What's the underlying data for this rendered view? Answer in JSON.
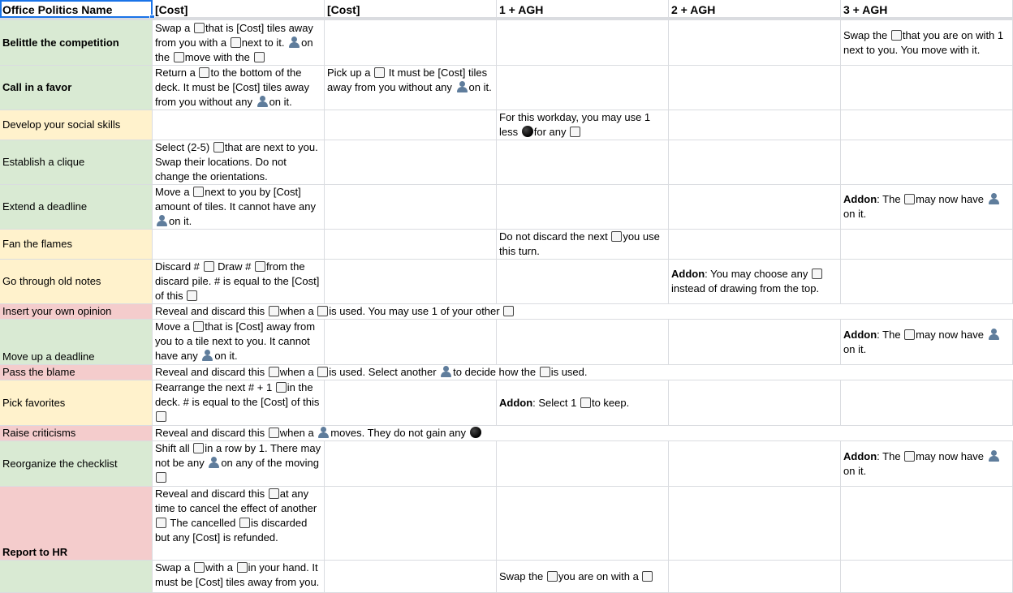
{
  "columns": [
    "Office Politics Name",
    "[Cost]",
    "[Cost]",
    "1 + AGH",
    "2 + AGH",
    "3 + AGH"
  ],
  "icon_names": {
    "box": "card-tile-icon",
    "person": "player-icon",
    "circle": "token-icon"
  },
  "colors": {
    "green": "#d9ead3",
    "yellow": "#fff2cc",
    "red": "#f4cccc",
    "selection": "#1a73e8",
    "gridline": "#dadce0"
  },
  "rows": [
    {
      "name": "Belittle the competition",
      "c1": [
        "Swap a ",
        "{box}",
        "that is [Cost] tiles away from you with a ",
        "{box}",
        "next to it. ",
        "{person}",
        "on the ",
        "{box}",
        "move with the ",
        "{box}"
      ],
      "c5": [
        "Swap the ",
        "{box}",
        "that you are on with 1 next to you. You move with it."
      ]
    },
    {
      "name": "Call in a favor",
      "c1": [
        "Return a ",
        "{box}",
        "to the bottom of the deck. It must be [Cost] tiles away from you without any ",
        "{person}",
        "on it."
      ],
      "c2": [
        "Pick up a ",
        "{box}",
        " It must be [Cost] tiles away from you without any ",
        "{person}",
        "on it."
      ]
    },
    {
      "name": "Develop your social skills",
      "c3": [
        "For this workday, you may use 1 less ",
        "{circle}",
        "for any ",
        "{box}"
      ]
    },
    {
      "name": "Establish a clique",
      "c1": [
        "Select (2-5) ",
        "{box}",
        "that are next to you. Swap their locations. Do not change the orientations."
      ]
    },
    {
      "name": "Extend a deadline",
      "c1": [
        "Move a ",
        "{box}",
        "next to you by [Cost] amount of tiles. It cannot have any ",
        "{person}",
        "on it."
      ],
      "c5": [
        "**Addon",
        ": The ",
        "{box}",
        "may now have ",
        "{person}",
        " on it."
      ]
    },
    {
      "name": "Fan the flames",
      "c3": [
        "Do not discard the next ",
        "{box}",
        "you use this turn."
      ]
    },
    {
      "name": "Go through old notes",
      "c1": [
        "Discard # ",
        "{box}",
        " Draw # ",
        "{box}",
        "from the discard pile. # is equal to the [Cost] of this ",
        "{box}"
      ],
      "c4": [
        "**Addon",
        ": You may choose any ",
        "{box}",
        " instead of drawing from the top."
      ]
    },
    {
      "name": "Insert your own opinion",
      "span": [
        "Reveal and discard this ",
        "{box}",
        "when a ",
        "{box}",
        "is used. You may use 1 of your other ",
        "{box}"
      ]
    },
    {
      "name": "Move up a deadline",
      "c1": [
        "Move a ",
        "{box}",
        "that is [Cost] away from you to a tile next to you. It cannot have any ",
        "{person}",
        "on it."
      ],
      "c5": [
        "**Addon",
        ": The ",
        "{box}",
        "may now have ",
        "{person}",
        " on it."
      ]
    },
    {
      "name": "Pass the blame",
      "span": [
        "Reveal and discard this ",
        "{box}",
        "when a ",
        "{box}",
        "is used. Select another ",
        "{person}",
        "to decide how the ",
        "{box}",
        "is used."
      ]
    },
    {
      "name": "Pick favorites",
      "c1": [
        "Rearrange the next # + 1 ",
        "{box}",
        "in the deck. # is equal to the [Cost] of this ",
        "{box}"
      ],
      "c3": [
        "**Addon",
        ": Select 1 ",
        "{box}",
        "to keep."
      ]
    },
    {
      "name": "Raise criticisms",
      "span": [
        "Reveal and discard this ",
        "{box}",
        "when a ",
        "{person}",
        "moves. They do not gain any ",
        "{circle}"
      ]
    },
    {
      "name": "Reorganize the checklist",
      "c1": [
        "Shift all ",
        "{box}",
        "in a row by 1. There may not be any ",
        "{person}",
        "on any of the moving ",
        "{box}"
      ],
      "c5": [
        "**Addon",
        ": The ",
        "{box}",
        "may now have ",
        "{person}",
        " on it."
      ]
    },
    {
      "name": "Report to HR",
      "c1": [
        "Reveal and discard this ",
        "{box}",
        "at any time to cancel the effect of another ",
        "{box}",
        " The cancelled ",
        "{box}",
        "is discarded but any [Cost] is refunded."
      ]
    },
    {
      "name": "",
      "c1": [
        "Swap a ",
        "{box}",
        "with a ",
        "{box}",
        "in your hand. It must be [Cost] tiles away from you."
      ],
      "c3": [
        "Swap the ",
        "{box}",
        "you are on with a ",
        "{box}"
      ]
    }
  ]
}
